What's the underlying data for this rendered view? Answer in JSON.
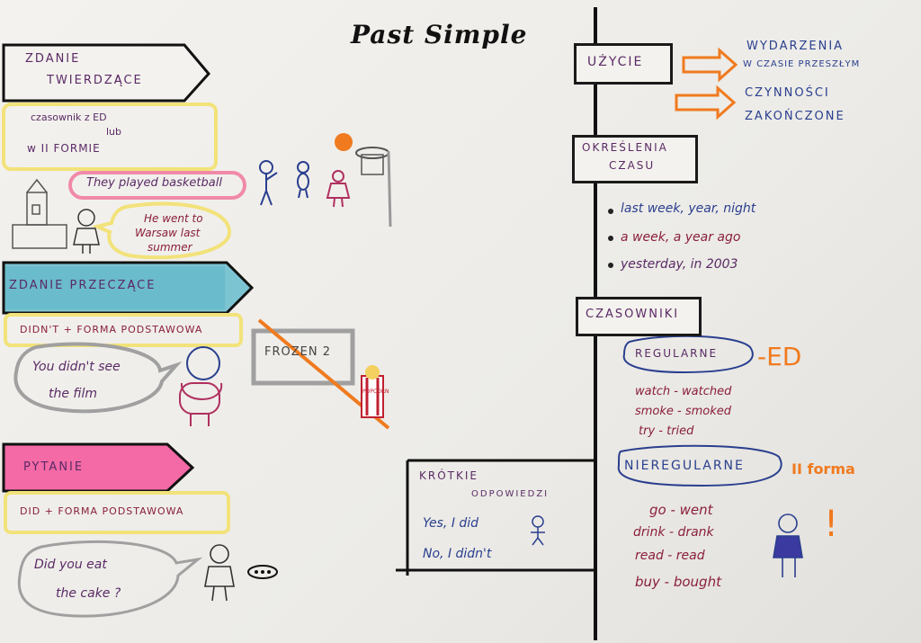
{
  "title": "Past Simple",
  "left": {
    "affirmative": {
      "header_line1": "ZDANIE",
      "header_line2": "TWIERDZĄCE",
      "rule_line1": "czasownik z ED",
      "rule_line2": "lub",
      "rule_line3": "w II FORMIE",
      "example1": "They played basketball",
      "example2_line1": "He went to",
      "example2_line2": "Warsaw last",
      "example2_line3": "summer"
    },
    "negative": {
      "header": "ZDANIE PRZECZĄCE",
      "rule": "DIDN'T + FORMA PODSTAWOWA",
      "example_line1": "You didn't see",
      "example_line2": "the film",
      "sign": "FROZEN 2",
      "popcorn_label": "POPCORN"
    },
    "question": {
      "header": "PYTANIE",
      "rule": "DID + FORMA PODSTAWOWA",
      "example_line1": "Did you eat",
      "example_line2": "the cake ?"
    },
    "short_answers": {
      "header_line1": "KRÓTKIE",
      "header_line2": "ODPOWIEDZI",
      "yes": "Yes, I did",
      "no": "No, I didn't"
    }
  },
  "right": {
    "usage": {
      "label": "UŻYCIE",
      "point1_line1": "WYDARZENIA",
      "point1_line2": "W CZASIE PRZESZŁYM",
      "point2_line1": "CZYNNOŚCI",
      "point2_line2": "ZAKOŃCZONE"
    },
    "time_expressions": {
      "label_line1": "OKREŚLENIA",
      "label_line2": "CZASU",
      "items": [
        "last week, year, night",
        "a week, a year ago",
        "yesterday, in 2003"
      ]
    },
    "verbs": {
      "label": "CZASOWNIKI",
      "regular_label": "REGULARNE",
      "regular_suffix": "-ED",
      "regular_examples": [
        "watch - watched",
        "smoke - smoked",
        "try - tried"
      ],
      "irregular_label": "NIEREGULARNE",
      "irregular_suffix": "II forma",
      "irregular_examples": [
        "go - went",
        "drink - drank",
        "read - read",
        "buy - bought"
      ],
      "exclamation": "!"
    }
  },
  "colors": {
    "divider": "#111111",
    "orange": "#f07a1f",
    "purple": "#5a2a66",
    "blue": "#2a3f8f",
    "yellow_outline": "#f2e27a",
    "pink_outline": "#f08aa8",
    "teal_fill": "#5bb4c6",
    "pink_fill": "#f46aa6",
    "gray_outline": "#9a9a9a"
  }
}
